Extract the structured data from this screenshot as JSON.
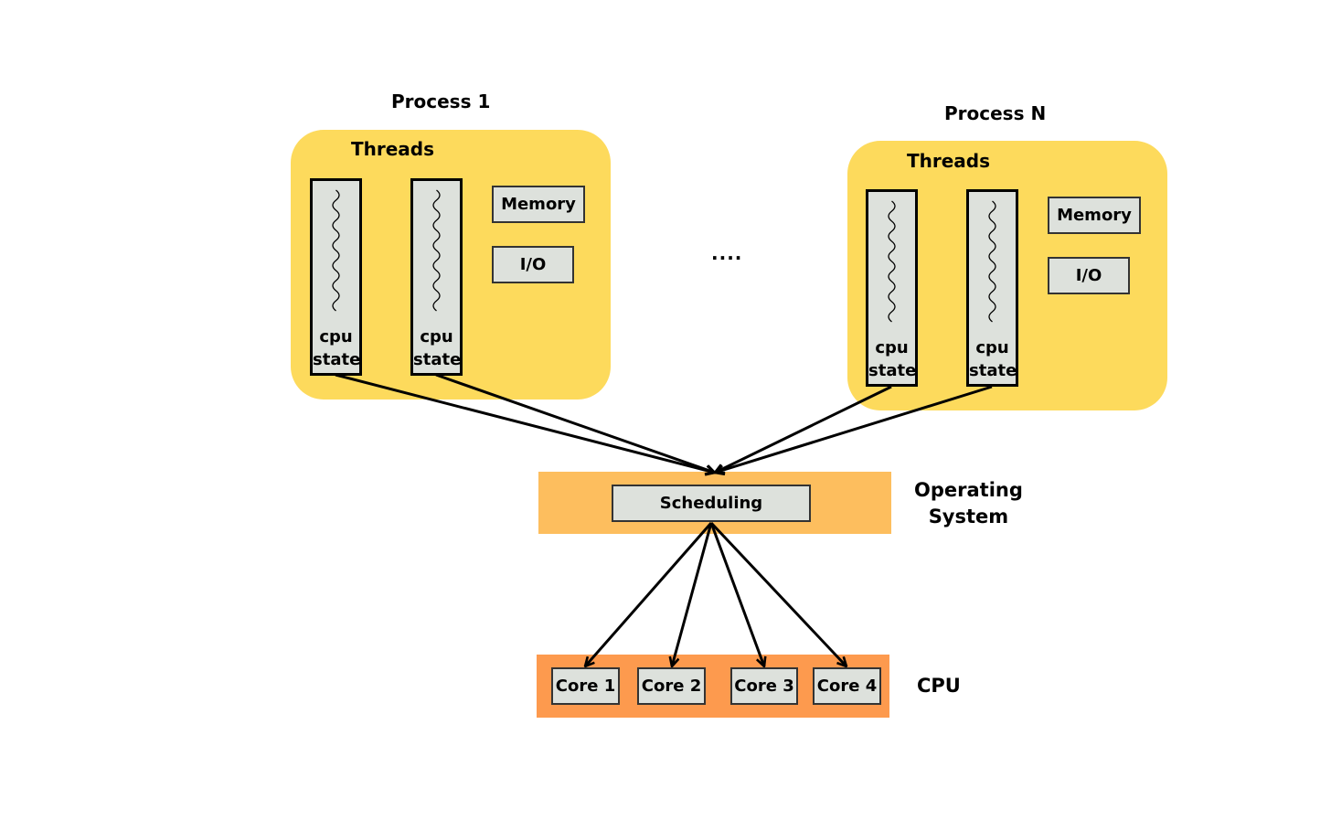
{
  "process1": {
    "title": "Process 1",
    "threads_label": "Threads",
    "threads": [
      {
        "label_line1": "cpu",
        "label_line2": "state"
      },
      {
        "label_line1": "cpu",
        "label_line2": "state"
      }
    ],
    "memory": "Memory",
    "io": "I/O"
  },
  "ellipsis": "....",
  "processN": {
    "title": "Process N",
    "threads_label": "Threads",
    "threads": [
      {
        "label_line1": "cpu",
        "label_line2": "state"
      },
      {
        "label_line1": "cpu",
        "label_line2": "state"
      }
    ],
    "memory": "Memory",
    "io": "I/O"
  },
  "os": {
    "scheduling": "Scheduling",
    "label_line1": "Operating",
    "label_line2": "System"
  },
  "cpu": {
    "label": "CPU",
    "cores": [
      "Core 1",
      "Core 2",
      "Core 3",
      "Core 4"
    ]
  },
  "colors": {
    "process_bg": "#fdda5c",
    "os_band": "#fdbe5e",
    "cpu_band": "#fd9a4e",
    "box_fill": "#dde1dc"
  }
}
